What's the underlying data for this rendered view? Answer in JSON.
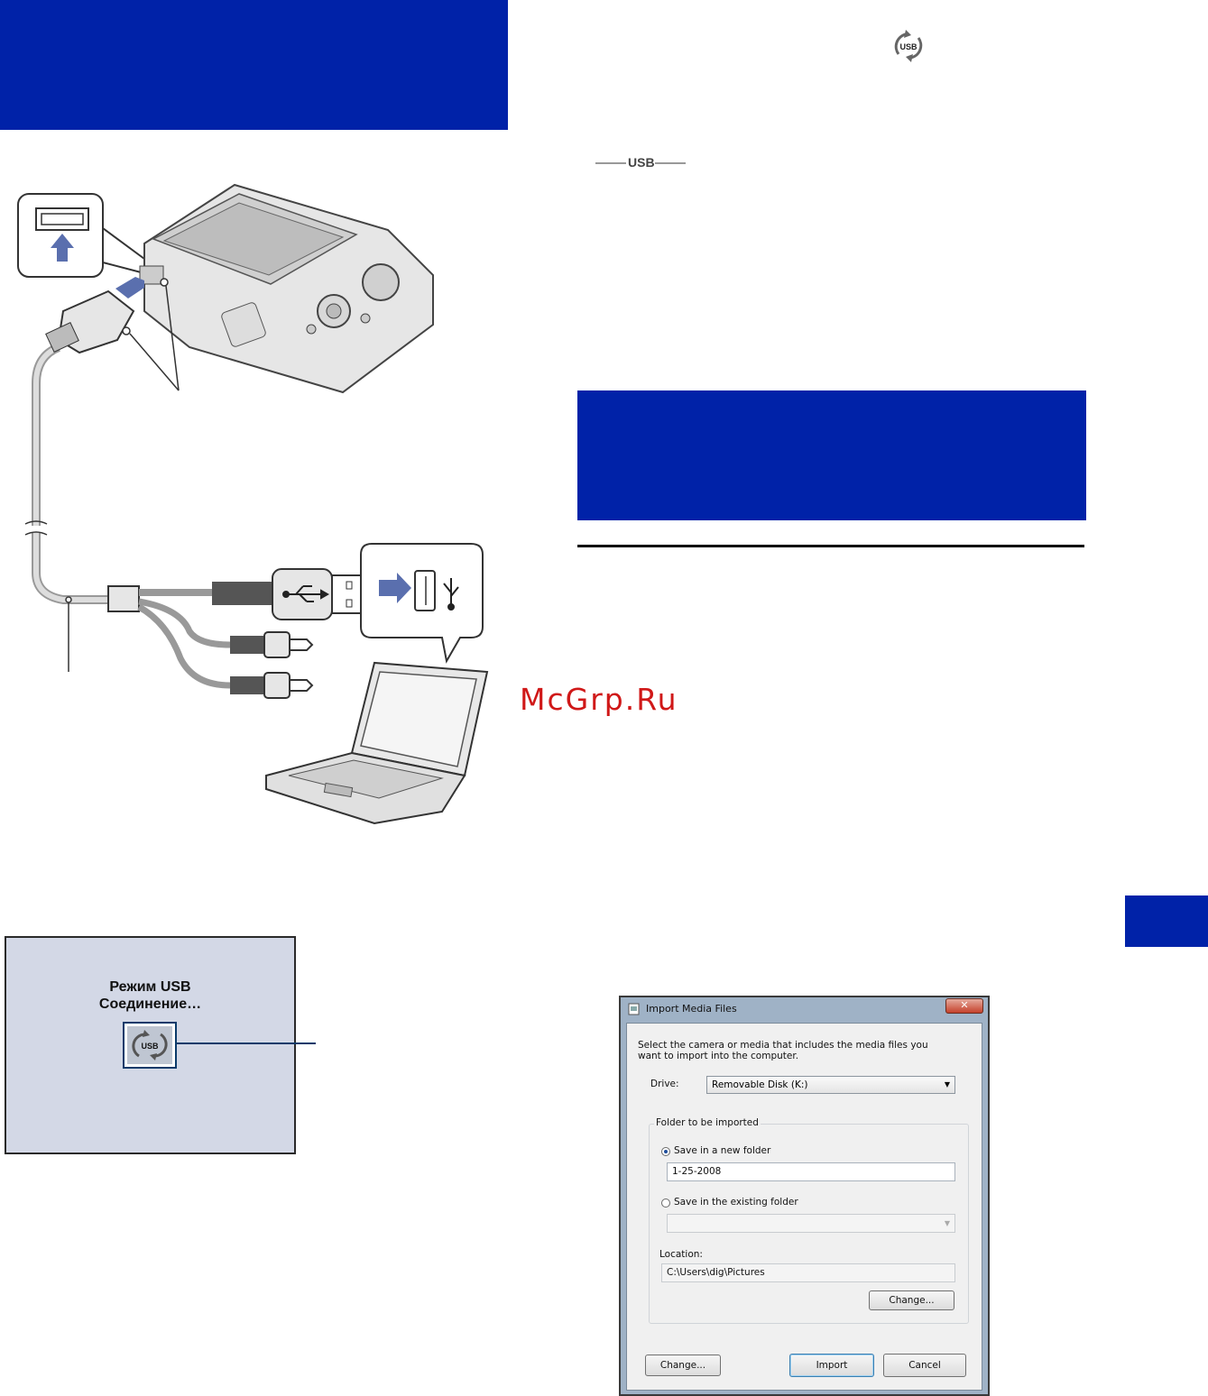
{
  "colors": {
    "heading_block": "#0022a8",
    "watermark": "#d01818",
    "screen_bg": "#d3d8e6"
  },
  "top_usb_icon_label": "USB",
  "usb_line_label": "USB",
  "watermark": "McGrp.Ru",
  "camera_screen": {
    "line1": "Режим USB",
    "line2": "Соединение…",
    "icon_label": "USB"
  },
  "dialog": {
    "title": "Import Media Files",
    "close_label": "✕",
    "instruction": "Select the camera or media that includes the media files you want to import into the computer.",
    "drive_label": "Drive:",
    "drive_value": "Removable Disk (K:)",
    "group_title": "Folder to be imported",
    "option_new_folder": "Save in a new folder",
    "new_folder_value": "1-25-2008",
    "option_existing_folder": "Save in the existing folder",
    "location_label": "Location:",
    "location_value": "C:\\Users\\dig\\Pictures",
    "change_inner": "Change...",
    "change_bottom": "Change...",
    "import": "Import",
    "cancel": "Cancel"
  },
  "icons": [
    "usb-connection-icon",
    "camera-illustration",
    "laptop-illustration",
    "usb-trident-icon",
    "dropdown-arrow-icon",
    "app-icon"
  ]
}
